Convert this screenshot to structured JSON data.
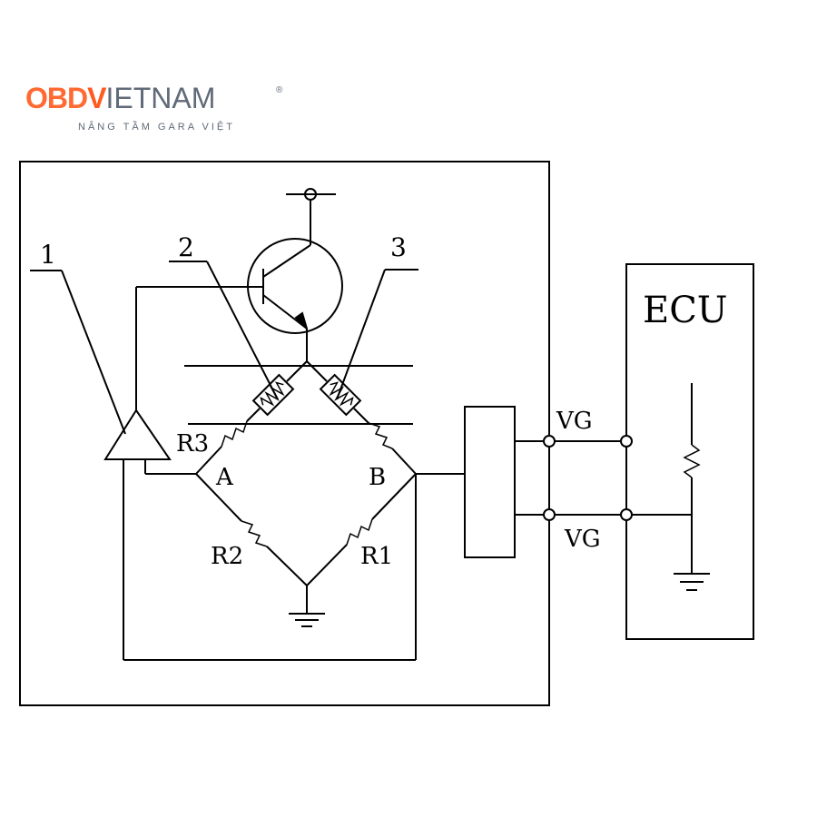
{
  "logo": {
    "brand_a": "OBD",
    "brand_b": "V",
    "brand_c": "IETNAM",
    "reg": "®",
    "tagline": "NÂNG TẦM GARA VIỆT"
  },
  "diagram": {
    "callouts": {
      "c1": "1",
      "c2": "2",
      "c3": "3"
    },
    "resistors": {
      "r1": "R1",
      "r2": "R2",
      "r3": "R3"
    },
    "nodes": {
      "a": "A",
      "b": "B"
    },
    "signals": {
      "vg_top": "VG",
      "vg_bottom": "VG"
    },
    "ecu": "ECU"
  },
  "colors": {
    "accent": "#ff6a33",
    "gray": "#606a78",
    "line": "#000000"
  }
}
